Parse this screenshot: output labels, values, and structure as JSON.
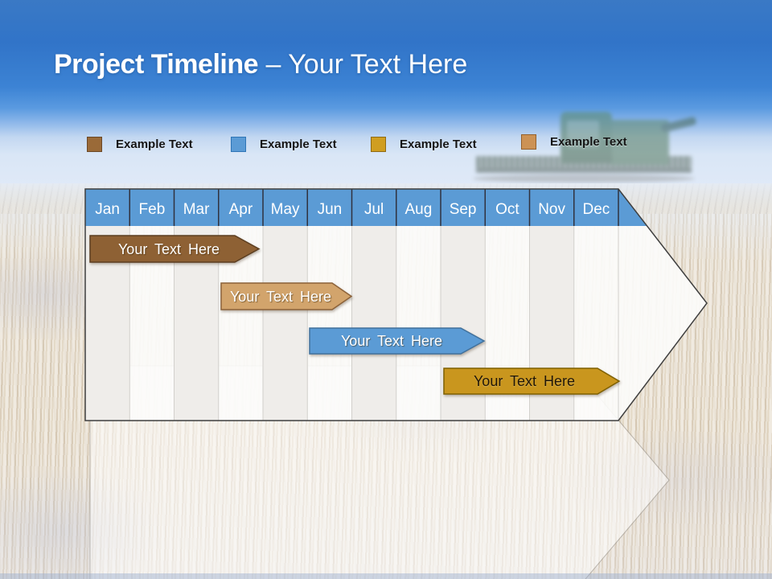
{
  "title": {
    "bold": "Project Timeline",
    "light": "– Your Text Here"
  },
  "legend": {
    "items": [
      {
        "label": "Example Text",
        "color": "#9A6A38",
        "border": "#6B4726"
      },
      {
        "label": "Example Text",
        "color": "#5B9BD5",
        "border": "#2E75B6"
      },
      {
        "label": "Example Text",
        "color": "#D09E20",
        "border": "#8F6A13"
      },
      {
        "label": "Example Text",
        "color": "#CC9255",
        "border": "#93602C"
      }
    ]
  },
  "timeline": {
    "months": [
      "Jan",
      "Feb",
      "Mar",
      "Apr",
      "May",
      "Jun",
      "Jul",
      "Aug",
      "Sep",
      "Oct",
      "Nov",
      "Dec"
    ],
    "header_color": "#5B9BD5",
    "bars": [
      {
        "label": "Your Text Here",
        "start": "Jan",
        "end": "Mar",
        "row": 1,
        "fill": "#8E6134",
        "stroke": "#5C3E20",
        "text_color": "#FFFFFF"
      },
      {
        "label": "Your Text Here",
        "start": "Apr",
        "end": "Jun",
        "row": 2,
        "fill": "#D2A46C",
        "stroke": "#8C6239",
        "text_color": "#FFFFFF"
      },
      {
        "label": "Your Text Here",
        "start": "Jul",
        "end": "Sep",
        "row": 3,
        "fill": "#5B9BD5",
        "stroke": "#41719C",
        "text_color": "#FFFFFF"
      },
      {
        "label": "Your Text Here",
        "start": "Oct",
        "end": "Dec",
        "row": 4,
        "fill": "#C9961E",
        "stroke": "#7F6000",
        "text_color": "#201607"
      }
    ]
  }
}
